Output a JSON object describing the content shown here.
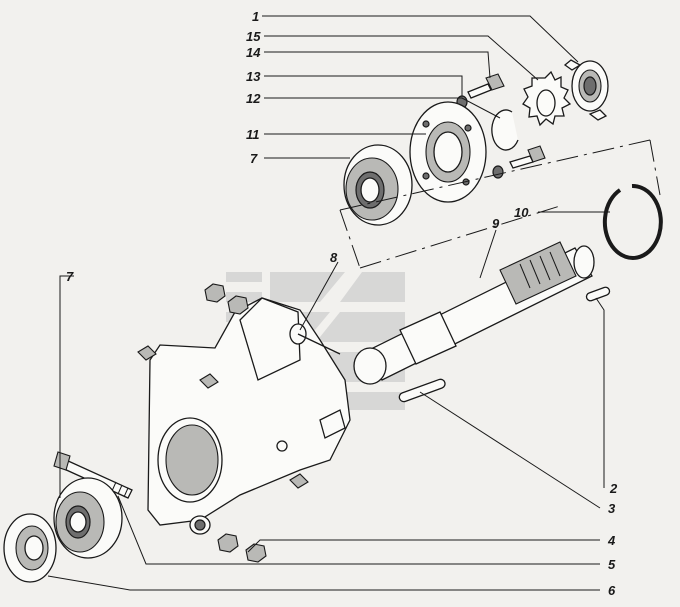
{
  "callouts": [
    {
      "id": "1",
      "text": "1"
    },
    {
      "id": "15",
      "text": "15"
    },
    {
      "id": "14",
      "text": "14"
    },
    {
      "id": "13",
      "text": "13"
    },
    {
      "id": "12",
      "text": "12"
    },
    {
      "id": "11",
      "text": "11"
    },
    {
      "id": "7a",
      "text": "7"
    },
    {
      "id": "10",
      "text": "10"
    },
    {
      "id": "9",
      "text": "9"
    },
    {
      "id": "8",
      "text": "8"
    },
    {
      "id": "7b",
      "text": "7"
    },
    {
      "id": "2",
      "text": "2"
    },
    {
      "id": "3",
      "text": "3"
    },
    {
      "id": "4",
      "text": "4"
    },
    {
      "id": "5",
      "text": "5"
    },
    {
      "id": "6",
      "text": "6"
    }
  ],
  "colors": {
    "ink": "#1a1a1a",
    "paper": "#f2f1ee",
    "watermark": "#c8c8c8"
  },
  "watermark_icon": "chevron-logo-watermark"
}
